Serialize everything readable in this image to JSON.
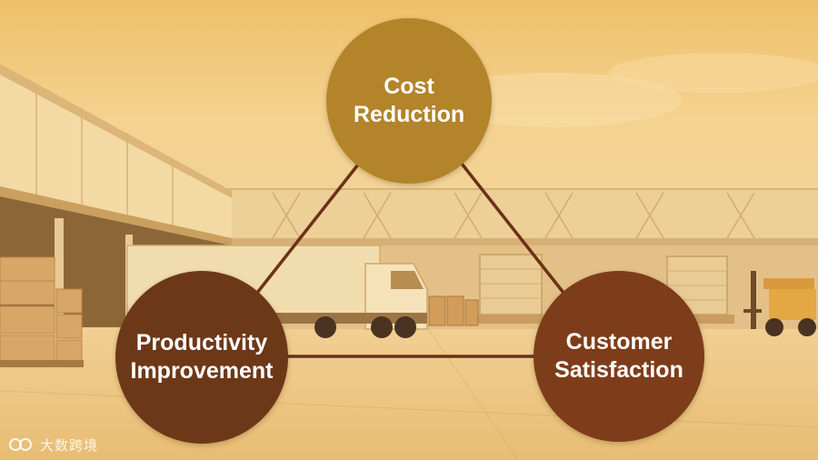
{
  "colors": {
    "sky": "#f0c978",
    "ground": "#efc984",
    "connector": "#6b3217",
    "cost_node": "#b3842a",
    "productivity_node": "#6d3818",
    "customer_node": "#7e3d1a"
  },
  "nodes": {
    "cost": {
      "label": "Cost\nReduction"
    },
    "productivity": {
      "label": "Productivity\nImprovement"
    },
    "customer": {
      "label": "Customer\nSatisfaction"
    }
  },
  "watermark": {
    "text": "大数跨境",
    "logo_icon": "logo-icon"
  }
}
